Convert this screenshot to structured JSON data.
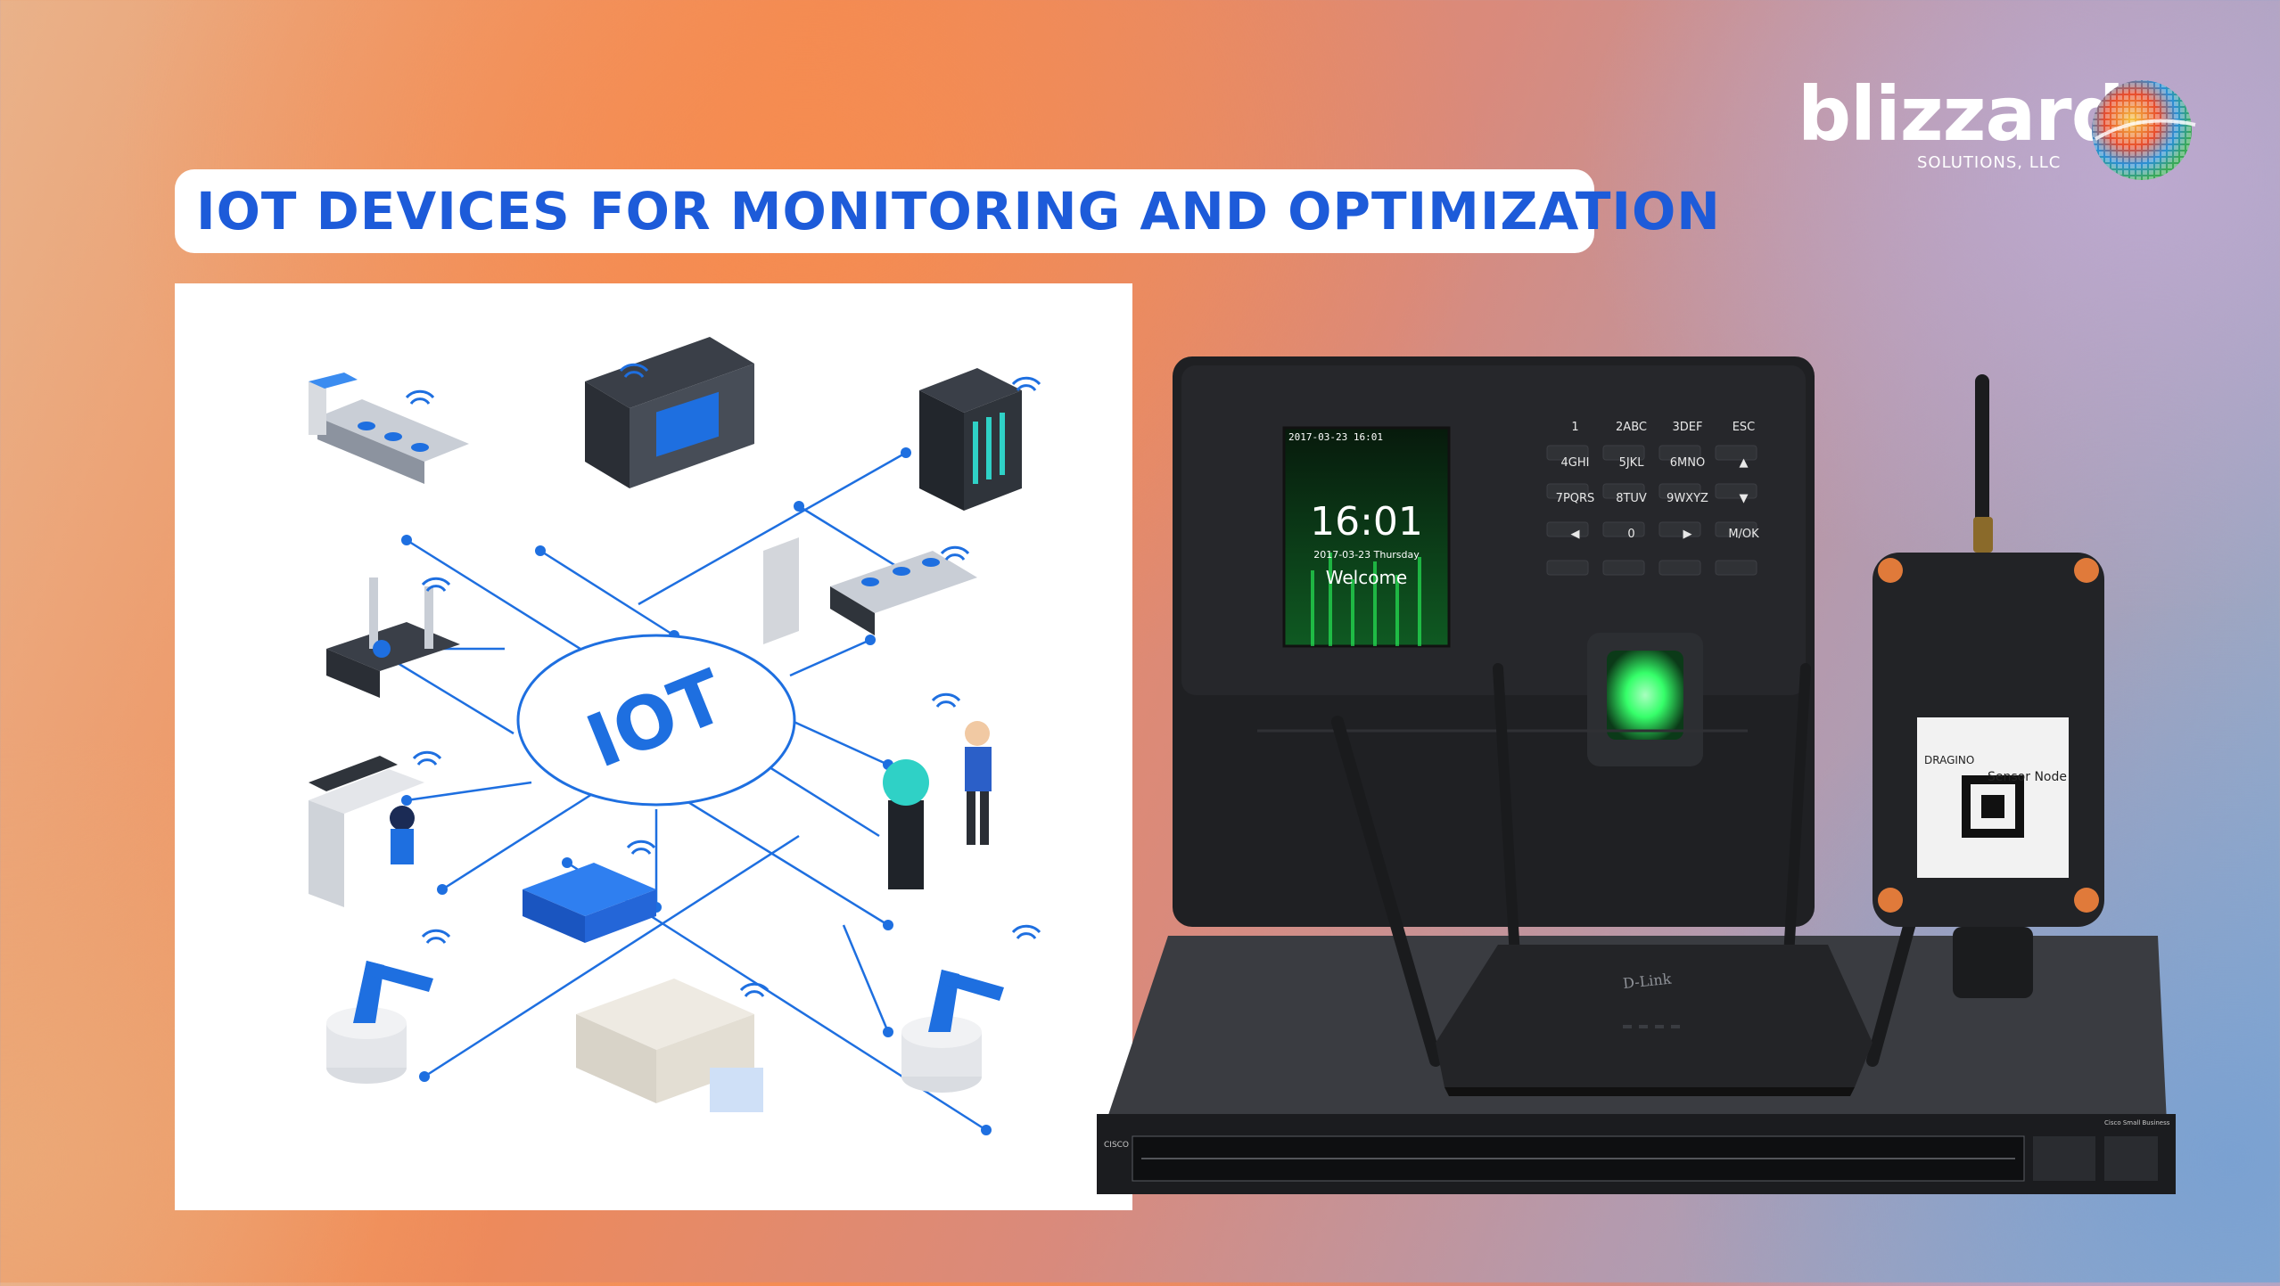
{
  "title": "IOT DEVICES FOR MONITORING AND OPTIMIZATION",
  "logo": {
    "name": "blizzard",
    "subtitle": "SOLUTIONS, LLC"
  },
  "illustration": {
    "center_label": "IOT"
  },
  "devices": {
    "attendance_terminal": {
      "screen_datetime": "2017-03-23 16:01",
      "screen_time": "16:01",
      "screen_date": "2017-03-23 Thursday",
      "screen_message": "Welcome",
      "keypad_keys": [
        "1",
        "2ABC",
        "3DEF",
        "ESC",
        "4GHI",
        "5JKL",
        "6MNO",
        "▲",
        "7PQRS",
        "8TUV",
        "9WXYZ",
        "▼",
        "◀",
        "0",
        "▶",
        "M/OK"
      ]
    },
    "router": {
      "brand": "D-Link"
    },
    "sensor_node": {
      "label": "Sensor Node",
      "brand": "DRAGINO"
    },
    "switch": {
      "brand": "CISCO",
      "series": "Cisco Small Business"
    }
  },
  "colors": {
    "title_text": "#1d5bd9",
    "illustration_blue": "#1e6fe0",
    "device_black": "#1c1c1e",
    "fingerprint_green": "#36ff6a"
  }
}
